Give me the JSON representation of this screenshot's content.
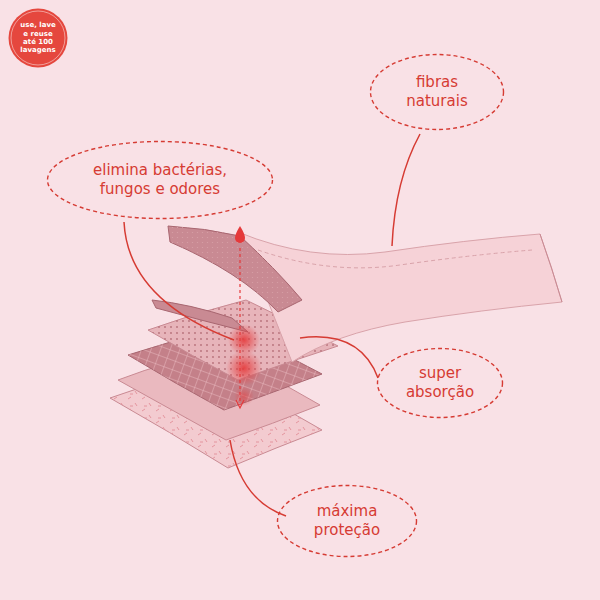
{
  "diagram": {
    "nodes": [
      {
        "text": [
          "use, lave e reuse até 100 lavagens"
        ]
      },
      {
        "text": [
          "fibras naturais"
        ]
      },
      {
        "text": [
          "elimina bactérias, fungos e odores"
        ]
      },
      {
        "text": [
          "super absorção"
        ]
      },
      {
        "text": [
          "máxima proteção"
        ]
      }
    ]
  }
}
